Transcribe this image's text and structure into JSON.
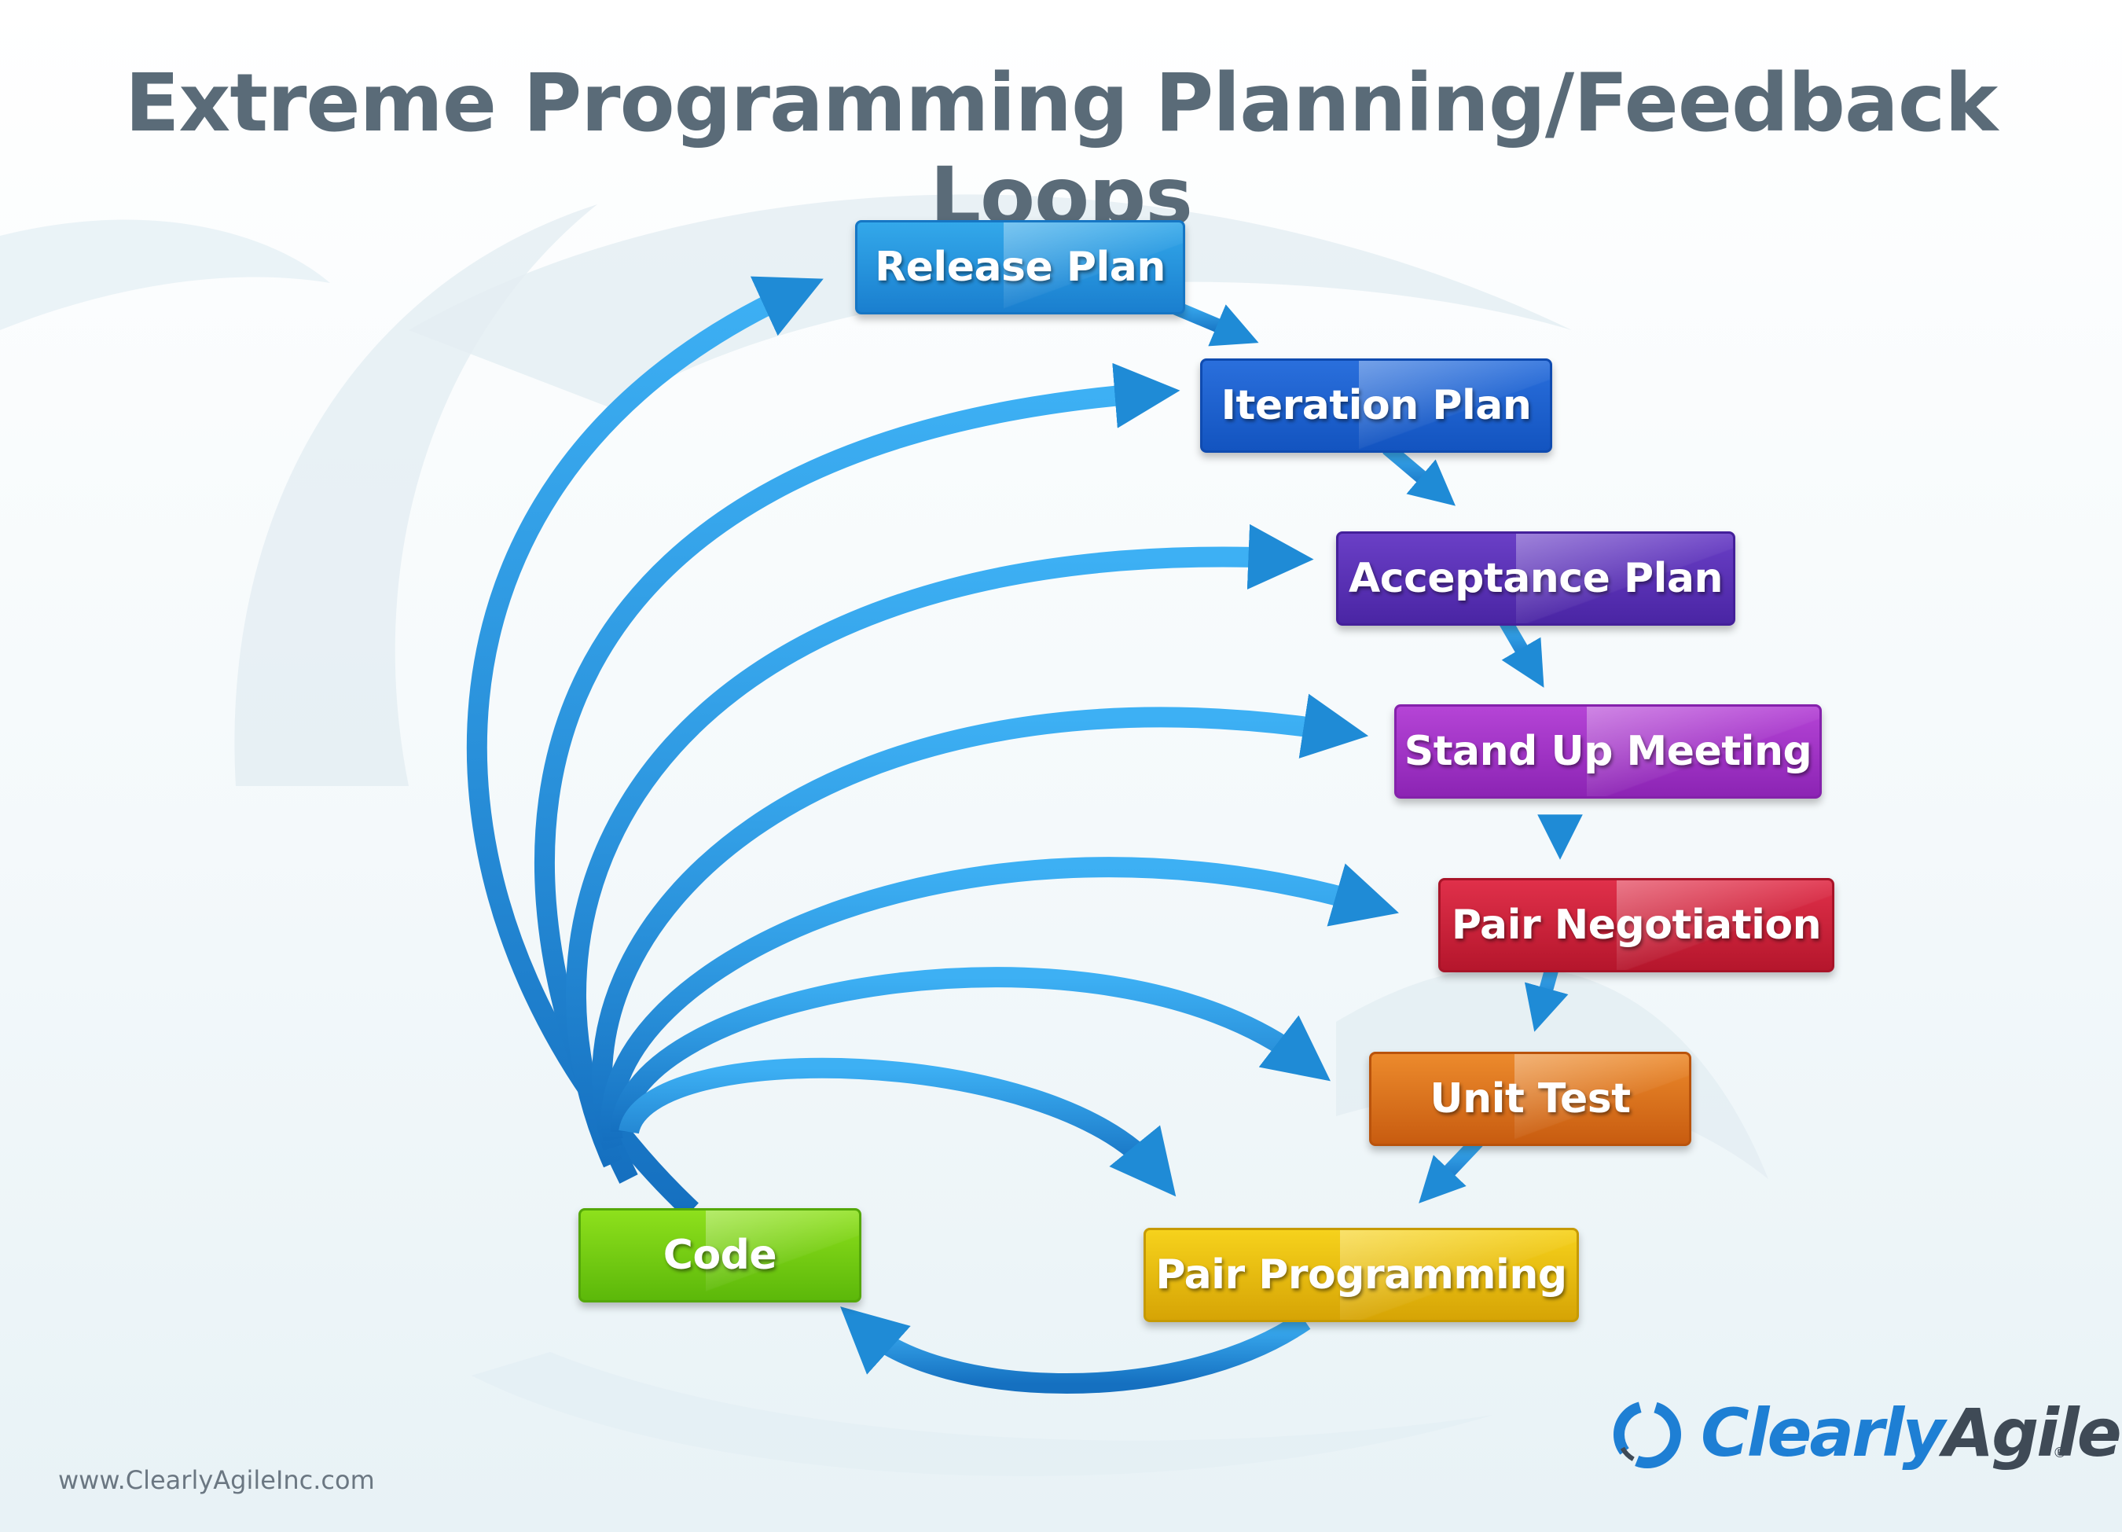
{
  "title": "Extreme Programming Planning/Feedback Loops",
  "steps": [
    {
      "id": "release",
      "label": "Release Plan",
      "color": "#1a7fcf"
    },
    {
      "id": "iteration",
      "label": "Iteration Plan",
      "color": "#1354c0"
    },
    {
      "id": "acceptance",
      "label": "Acceptance Plan",
      "color": "#4a25a4"
    },
    {
      "id": "standup",
      "label": "Stand Up Meeting",
      "color": "#8c24b4"
    },
    {
      "id": "pairneg",
      "label": "Pair Negotiation",
      "color": "#b5162c"
    },
    {
      "id": "unittest",
      "label": "Unit Test",
      "color": "#c85c10"
    },
    {
      "id": "pairprog",
      "label": "Pair Programming",
      "color": "#d6a405"
    },
    {
      "id": "code",
      "label": "Code",
      "color": "#5cb80a"
    }
  ],
  "arrow_color": "#1f8bd6",
  "footer": {
    "url": "www.ClearlyAgileInc.com"
  },
  "logo": {
    "text_part1": "Clearly",
    "text_part2": "Agile",
    "registered": "®",
    "icon": "circular-arrows-icon"
  }
}
